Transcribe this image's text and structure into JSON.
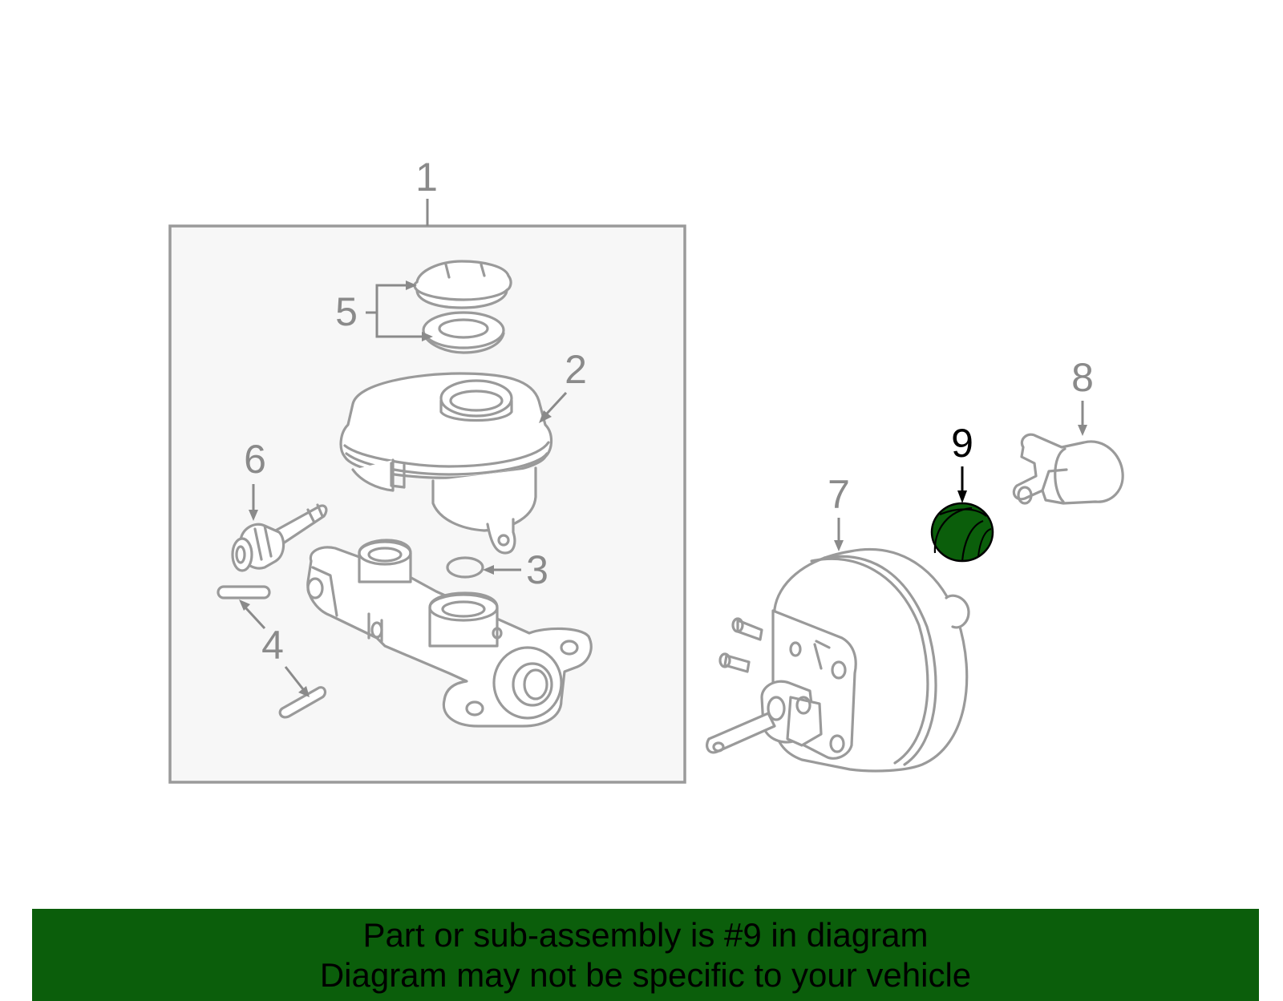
{
  "diagram": {
    "callouts": [
      {
        "id": "1",
        "label": "1",
        "highlighted": false
      },
      {
        "id": "2",
        "label": "2",
        "highlighted": false
      },
      {
        "id": "3",
        "label": "3",
        "highlighted": false
      },
      {
        "id": "4",
        "label": "4",
        "highlighted": false
      },
      {
        "id": "5",
        "label": "5",
        "highlighted": false
      },
      {
        "id": "6",
        "label": "6",
        "highlighted": false
      },
      {
        "id": "7",
        "label": "7",
        "highlighted": false
      },
      {
        "id": "8",
        "label": "8",
        "highlighted": false
      },
      {
        "id": "9",
        "label": "9",
        "highlighted": true
      }
    ],
    "highlight_color": "#0b5e0b",
    "line_color": "#9a9a9a",
    "assembly_box_color": "#f7f7f7"
  },
  "banner": {
    "line1": "Part or sub-assembly is #9 in diagram",
    "line2": "Diagram may not be specific to your vehicle",
    "background": "#0b5e0b"
  }
}
